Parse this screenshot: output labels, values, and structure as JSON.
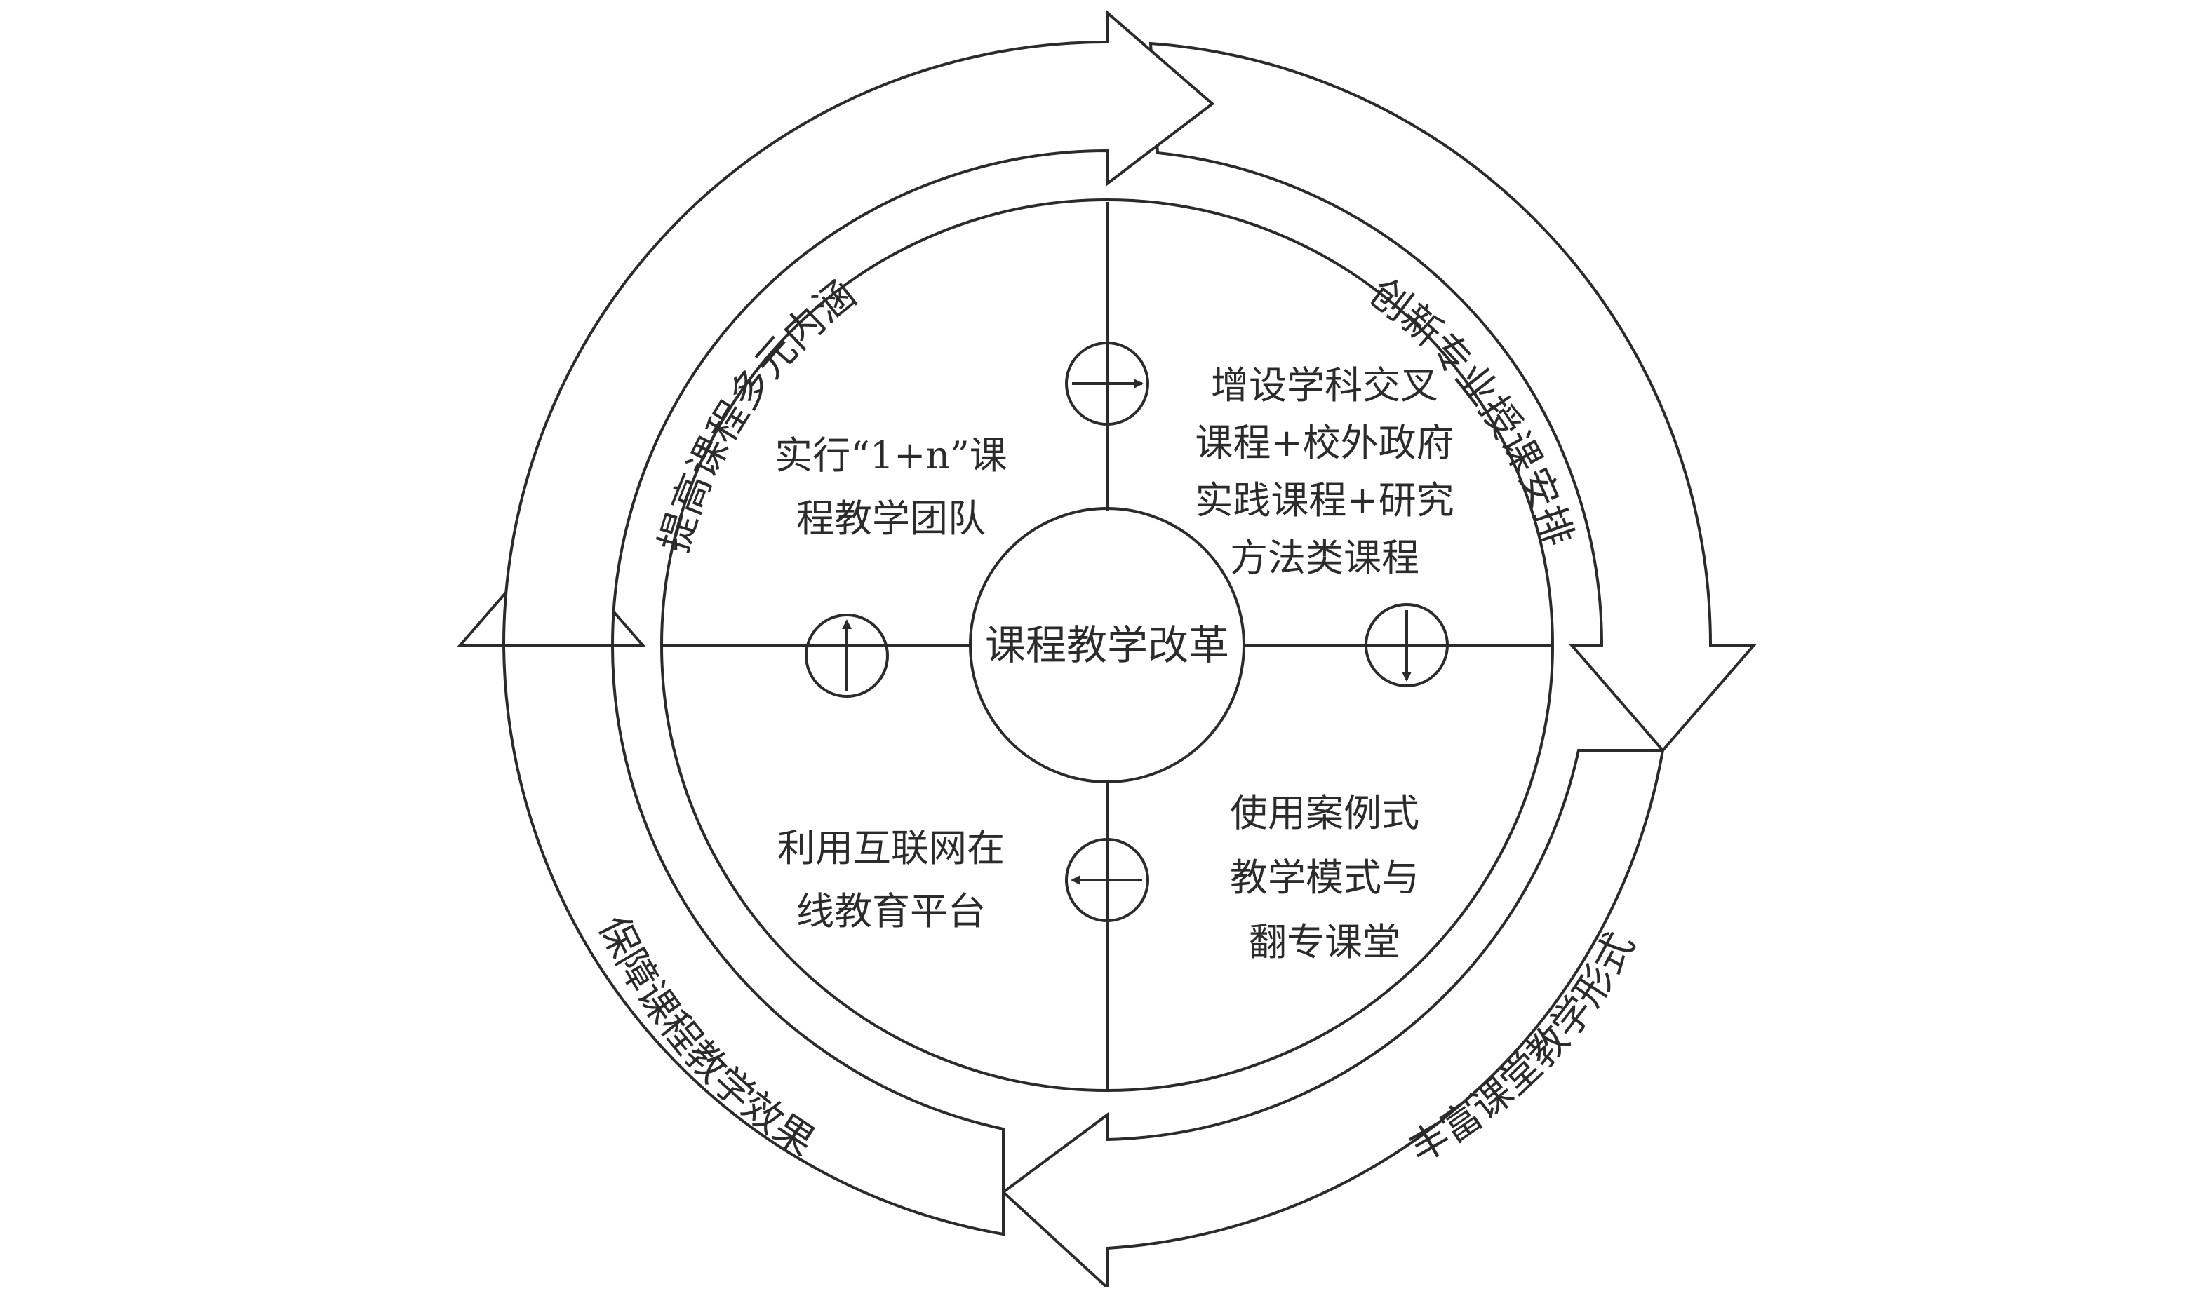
{
  "center": {
    "label": "课程教学改革"
  },
  "quadrants": {
    "top_left": [
      "实行“1+n”课",
      "程教学团队"
    ],
    "top_right": [
      "增设学科交叉",
      "课程+校外政府",
      "实践课程+研究",
      "方法类课程"
    ],
    "bottom_left": [
      "利用互联网在",
      "线教育平台"
    ],
    "bottom_right": [
      "使用案例式",
      "教学模式与",
      "翻专课堂"
    ]
  },
  "ring_labels": {
    "top_left": "提高课程多元内涵",
    "top_right": "创新专业授课安排",
    "bottom_right": "丰富课堂教学形式",
    "bottom_left": "保障课程教学效果"
  },
  "icons": {
    "top": "arrow-right-icon",
    "right": "arrow-down-icon",
    "bottom": "arrow-left-icon",
    "left": "arrow-up-icon"
  },
  "colors": {
    "line": "#2b2b2b",
    "background": "#ffffff"
  }
}
